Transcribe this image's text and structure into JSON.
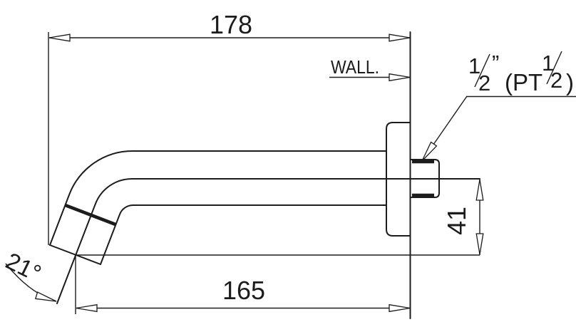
{
  "drawing": {
    "colors": {
      "ink": "#1c1c1c",
      "background": "#ffffff"
    },
    "dimensions": {
      "total_length": "178",
      "outlet_to_wall": "165",
      "drop_height": "41",
      "outlet_angle": "21°"
    },
    "wall_label": "WALL.",
    "thread_callout": {
      "label": "1/2\" (PT 1/2)",
      "num": "1",
      "den": "2",
      "inch_mark": "”",
      "open_pt": "(PT",
      "close_paren": ")"
    }
  }
}
